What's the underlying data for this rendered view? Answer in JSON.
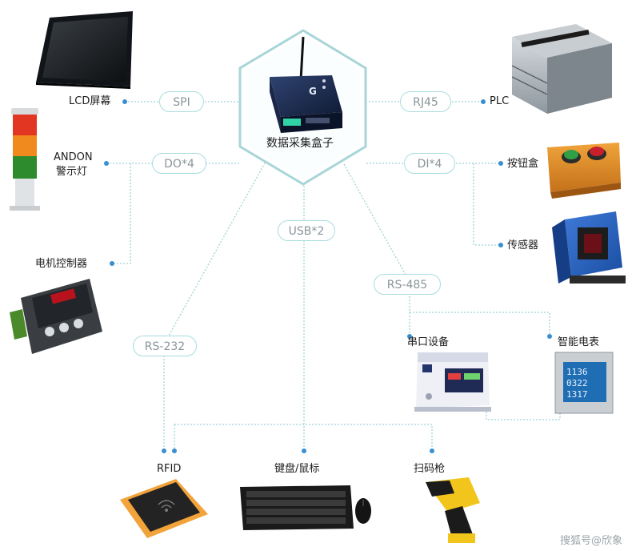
{
  "center": {
    "label": "数据采集盒子",
    "device_logo": "G"
  },
  "interfaces": {
    "spi": "SPI",
    "rj45": "RJ45",
    "do4": "DO*4",
    "di4": "DI*4",
    "usb2": "USB*2",
    "rs485": "RS-485",
    "rs232": "RS-232"
  },
  "devices": {
    "lcd": "LCD屏幕",
    "plc": "PLC",
    "andon_line1": "ANDON",
    "andon_line2": "警示灯",
    "button_box": "按钮盒",
    "motor_controller": "电机控制器",
    "sensor": "传感器",
    "serial_device": "串口设备",
    "smart_meter": "智能电表",
    "rfid": "RFID",
    "keyboard_mouse": "键盘/鼠标",
    "scanner": "扫码枪"
  },
  "meter_readings": [
    "1136",
    "0322",
    "1317"
  ],
  "watermark": "搜狐号@欣象",
  "colors": {
    "connector": "#9fd3d6",
    "pill_border": "#a9dcde",
    "hexagon": "#a8d5d8",
    "dot": "#3a8fd1"
  }
}
